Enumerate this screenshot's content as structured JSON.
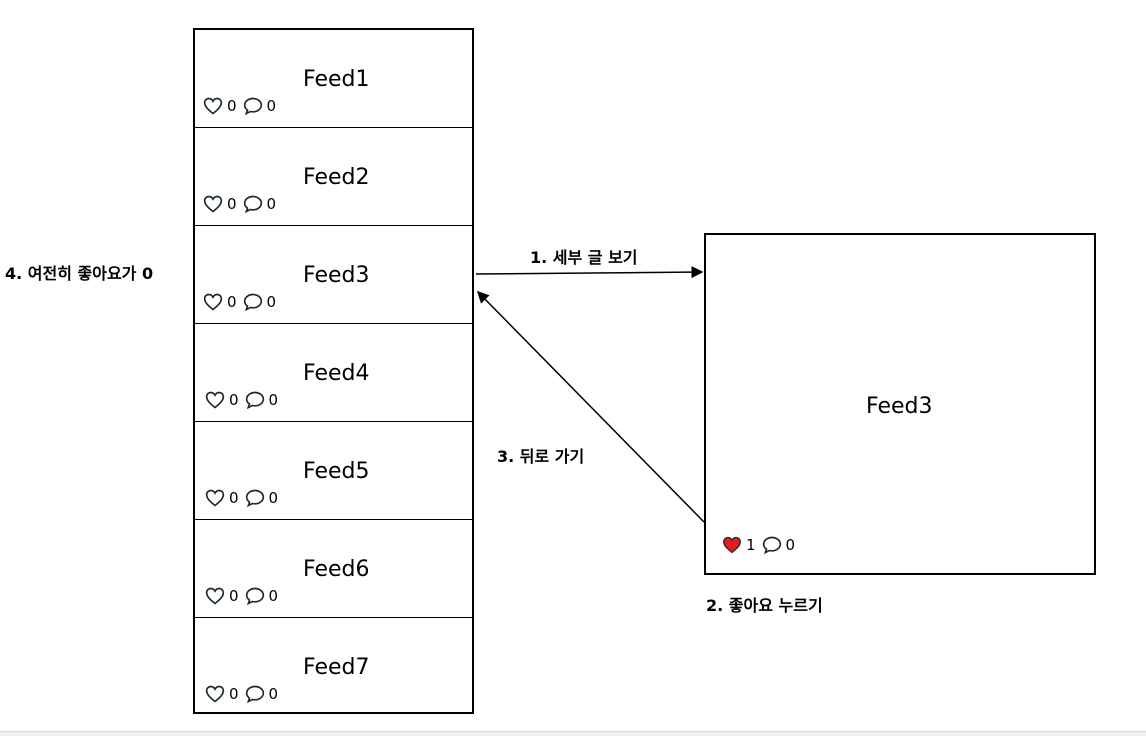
{
  "feeds": [
    {
      "title": "Feed1",
      "likes": "0",
      "comments": "0"
    },
    {
      "title": "Feed2",
      "likes": "0",
      "comments": "0"
    },
    {
      "title": "Feed3",
      "likes": "0",
      "comments": "0"
    },
    {
      "title": "Feed4",
      "likes": "0",
      "comments": "0"
    },
    {
      "title": "Feed5",
      "likes": "0",
      "comments": "0"
    },
    {
      "title": "Feed6",
      "likes": "0",
      "comments": "0"
    },
    {
      "title": "Feed7",
      "likes": "0",
      "comments": "0"
    }
  ],
  "detail": {
    "title": "Feed3",
    "likes": "1",
    "comments": "0",
    "liked_color": "#e31b23"
  },
  "steps": {
    "step1": "1. 세부 글 보기",
    "step2": "2. 좋아요 누르기",
    "step3": "3. 뒤로 가기",
    "step4": "4. 여전히 좋아요가 0"
  }
}
